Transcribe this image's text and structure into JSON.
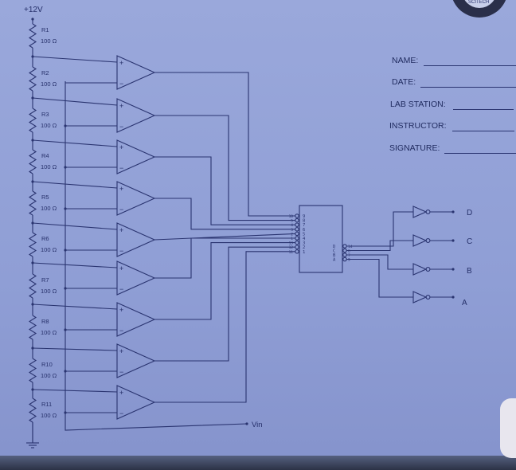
{
  "supply_label": "+12V",
  "resistors": [
    {
      "name": "R1",
      "value": "100 Ω"
    },
    {
      "name": "R2",
      "value": "100 Ω"
    },
    {
      "name": "R3",
      "value": "100 Ω"
    },
    {
      "name": "R4",
      "value": "100 Ω"
    },
    {
      "name": "R5",
      "value": "100 Ω"
    },
    {
      "name": "R6",
      "value": "100 Ω"
    },
    {
      "name": "R7",
      "value": "100 Ω"
    },
    {
      "name": "R8",
      "value": "100 Ω"
    },
    {
      "name": "R10",
      "value": "100 Ω"
    },
    {
      "name": "R11",
      "value": "100 Ω"
    }
  ],
  "opamp_signs": {
    "plus": "+",
    "minus": "−"
  },
  "vin_label": "Vin",
  "encoder": {
    "input_labels": [
      "9",
      "8",
      "7",
      "6",
      "5",
      "4",
      "3",
      "2",
      "1"
    ],
    "input_pins": [
      "10",
      "5",
      "4",
      "3",
      "2",
      "1",
      "13",
      "12",
      "11"
    ],
    "output_labels": [
      "D",
      "C",
      "B",
      "A"
    ],
    "output_pins": [
      "14",
      "6",
      "7",
      "9"
    ]
  },
  "outputs": [
    "D",
    "C",
    "B",
    "A"
  ],
  "form": {
    "name": "NAME:",
    "date": "DATE:",
    "lab_station": "LAB STATION:",
    "instructor": "INSTRUCTOR:",
    "signature": "SIGNATURE:"
  },
  "logo_text": "SCITECH",
  "colors": {
    "ink": "#2a3470",
    "paper": "#95a3d6"
  }
}
